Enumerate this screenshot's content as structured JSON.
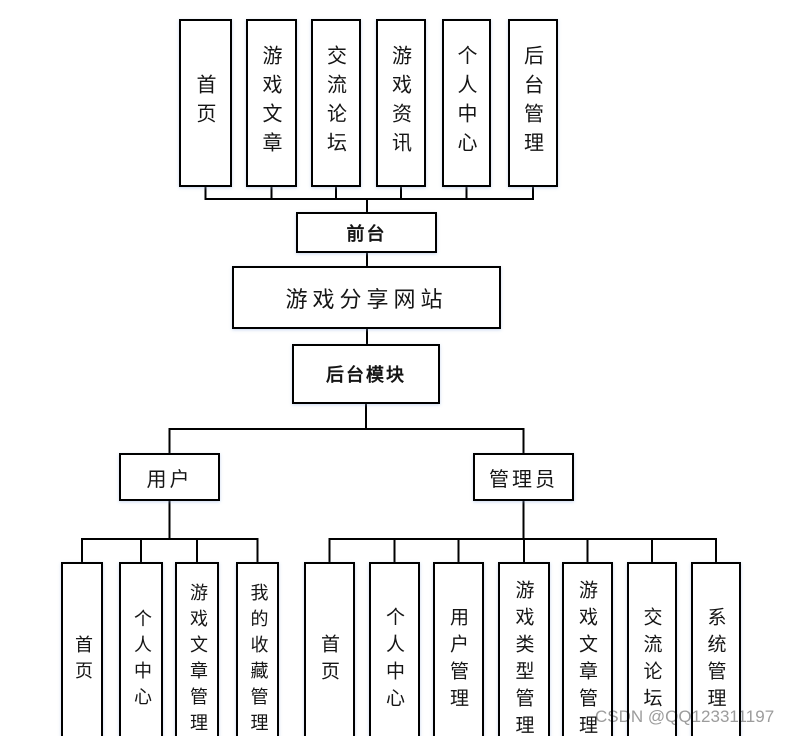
{
  "watermark": "CSDN @QQ123311197",
  "diagram": {
    "root_label": "游戏分享网站",
    "frontend_label": "前台",
    "backend_label": "后台模块",
    "front_modules": [
      "首页",
      "游戏文章",
      "交流论坛",
      "游戏资讯",
      "个人中心",
      "后台管理"
    ],
    "user_label": "用户",
    "admin_label": "管理员",
    "user_modules": [
      "首页",
      "个人中心",
      "游戏文章管理",
      "我的收藏管理"
    ],
    "admin_modules": [
      "首页",
      "个人中心",
      "用户管理",
      "游戏类型管理",
      "游戏文章管理",
      "交流论坛",
      "系统管理"
    ]
  },
  "colors": {
    "line": "#000000",
    "box_background": "#ffffff",
    "box_border": "#000000",
    "watermark": "#9c9c9c"
  }
}
